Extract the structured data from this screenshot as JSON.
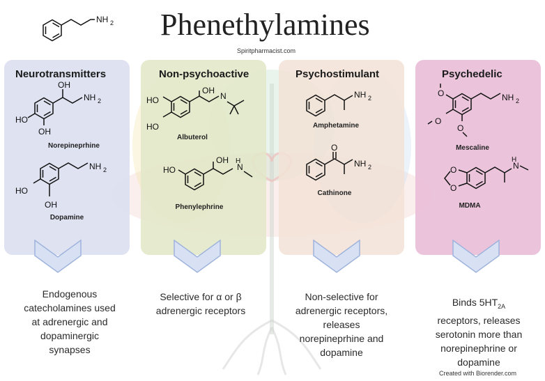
{
  "title": "Phenethylamines",
  "source": "Spiritpharmacist.com",
  "credit": "Created with Biorender.com",
  "colors": {
    "neuro": "#d8dcee",
    "nonpsycho": "#dfe6c8",
    "stim": "#f1e0d4",
    "psyched": "#e6b9d6",
    "chevron": "#b8c6e6"
  },
  "atoms": {
    "nh2": "NH",
    "two": "2",
    "oh": "OH",
    "ho": "HO",
    "o": "O",
    "n": "N",
    "h": "H"
  },
  "panels": [
    {
      "title": "Neurotransmitters",
      "molecules": [
        "Norepineprhine",
        "Dopamine"
      ],
      "description": [
        "Endogenous",
        "catecholamines used",
        "at adrenergic and",
        "dopaminergic",
        "synapses"
      ]
    },
    {
      "title": "Non-psychoactive",
      "molecules": [
        "Albuterol",
        "Phenylephrine"
      ],
      "description": [
        "Selective for α or β",
        "adrenergic receptors"
      ]
    },
    {
      "title": "Psychostimulant",
      "molecules": [
        "Amphetamine",
        "Cathinone"
      ],
      "description": [
        "Non-selective for",
        "adrenergic receptors,",
        "releases",
        "norepineprhine and",
        "dopamine"
      ]
    },
    {
      "title": "Psychedelic",
      "molecules": [
        "Mescaline",
        "MDMA"
      ],
      "description": [
        "Binds 5HT",
        "receptors, releases",
        "serotonin more than",
        "norepinephrine or",
        "dopamine"
      ],
      "subscript": "2A"
    }
  ]
}
